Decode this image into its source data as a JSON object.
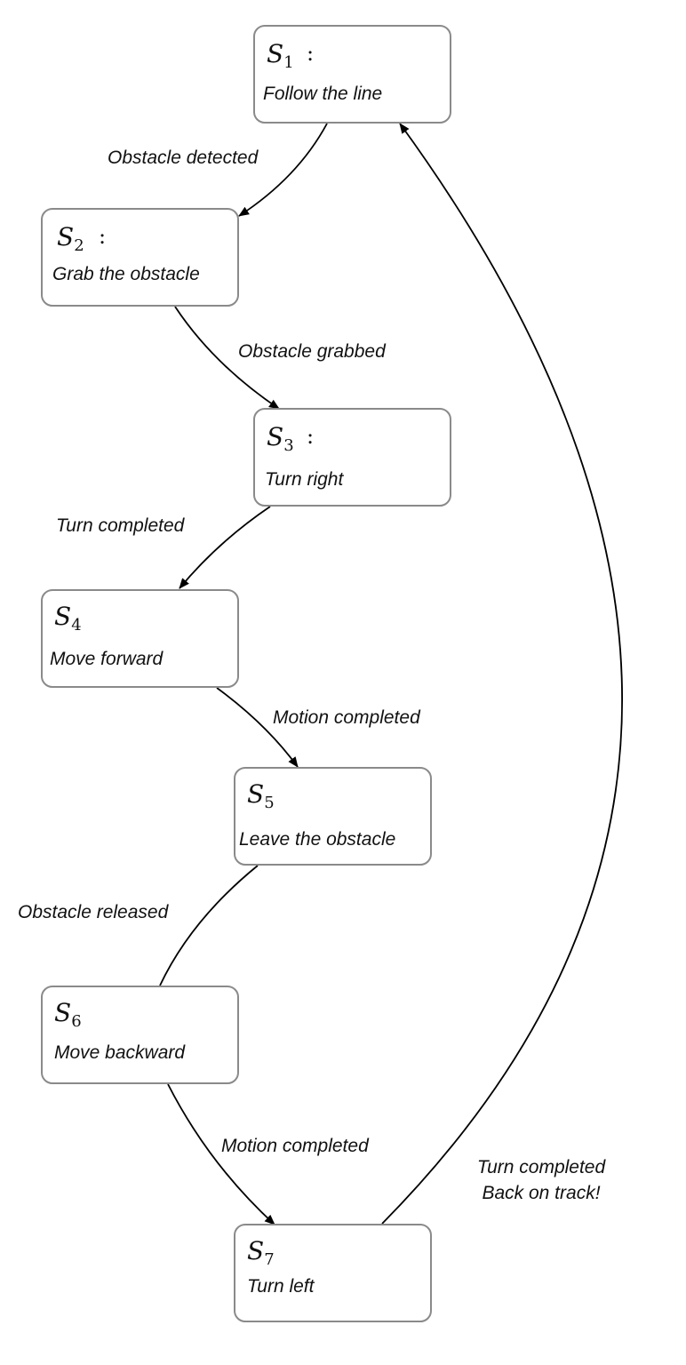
{
  "states": [
    {
      "id": "s1",
      "symbol": "S",
      "subscript": "1",
      "colon": ":",
      "action": "Follow the line"
    },
    {
      "id": "s2",
      "symbol": "S",
      "subscript": "2",
      "colon": ":",
      "action": "Grab the obstacle"
    },
    {
      "id": "s3",
      "symbol": "S",
      "subscript": "3",
      "colon": ":",
      "action": "Turn right"
    },
    {
      "id": "s4",
      "symbol": "S",
      "subscript": "4",
      "colon": "",
      "action": "Move forward"
    },
    {
      "id": "s5",
      "symbol": "S",
      "subscript": "5",
      "colon": "",
      "action": "Leave the obstacle"
    },
    {
      "id": "s6",
      "symbol": "S",
      "subscript": "6",
      "colon": "",
      "action": "Move backward"
    },
    {
      "id": "s7",
      "symbol": "S",
      "subscript": "7",
      "colon": "",
      "action": "Turn left"
    }
  ],
  "transitions": [
    {
      "from": "s1",
      "to": "s2",
      "label": [
        "Obstacle detected"
      ]
    },
    {
      "from": "s2",
      "to": "s3",
      "label": [
        "Obstacle grabbed"
      ]
    },
    {
      "from": "s3",
      "to": "s4",
      "label": [
        "Turn completed"
      ]
    },
    {
      "from": "s4",
      "to": "s5",
      "label": [
        "Motion completed"
      ]
    },
    {
      "from": "s5",
      "to": "s6",
      "label": [
        "Obstacle released"
      ]
    },
    {
      "from": "s6",
      "to": "s7",
      "label": [
        "Motion completed"
      ]
    },
    {
      "from": "s7",
      "to": "s1",
      "label": [
        "Turn completed",
        "Back on track!"
      ]
    }
  ]
}
